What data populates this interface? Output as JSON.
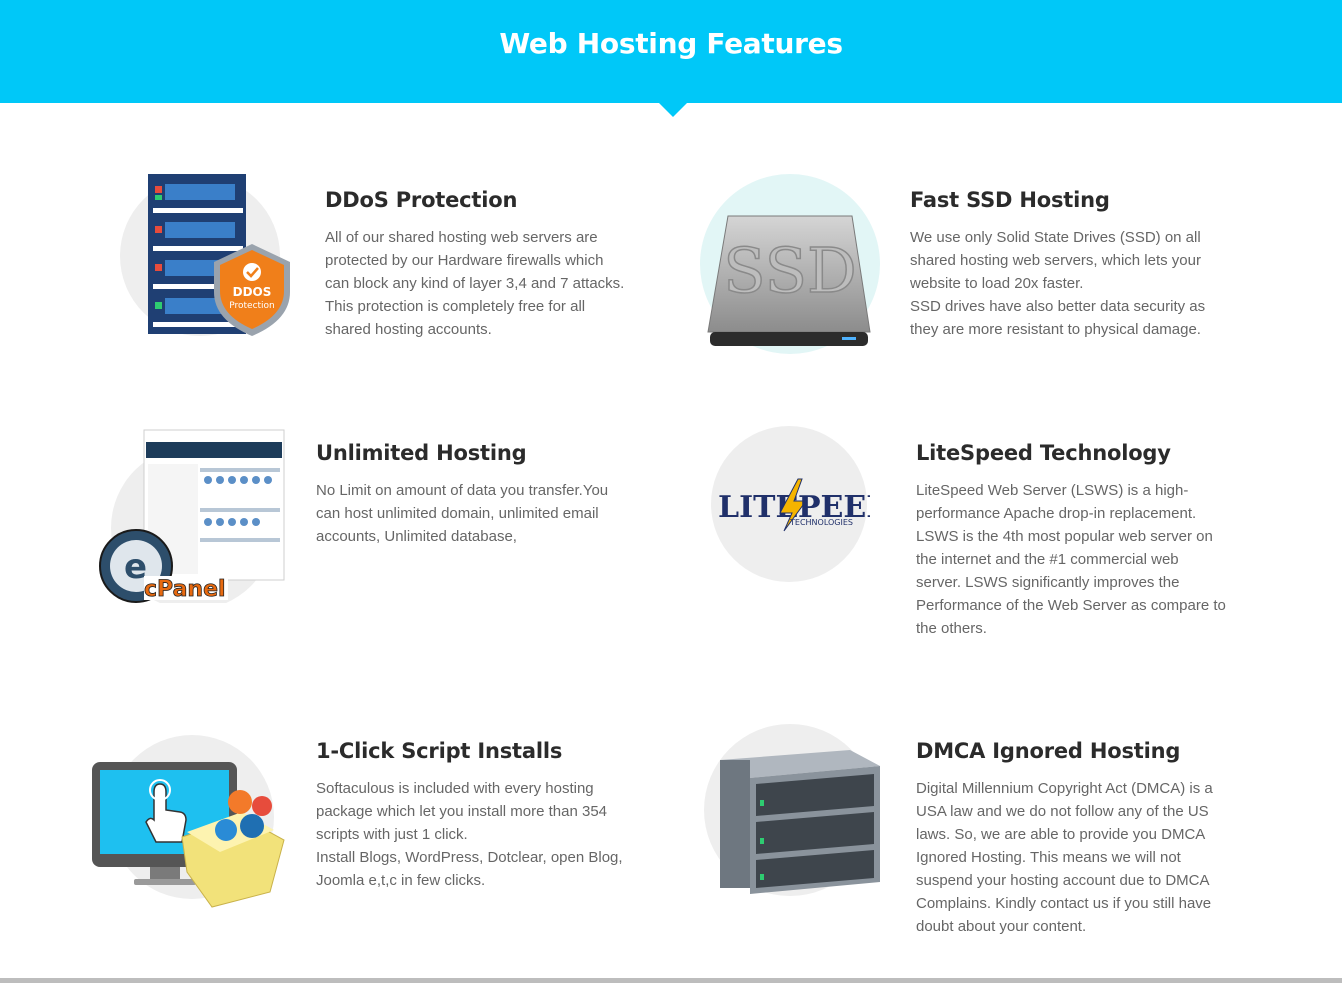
{
  "header": {
    "title": "Web Hosting Features"
  },
  "features": [
    {
      "title": "DDoS Protection",
      "text": "All of our shared hosting web servers are\nprotected by our Hardware firewalls which\ncan block any kind of layer 3,4 and 7 attacks.\nThis protection is completely free for all\nshared hosting accounts.",
      "icon_name": "ddos-server-shield-icon",
      "badge_line1": "DDOS",
      "badge_line2": "Protection"
    },
    {
      "title": "Fast SSD Hosting",
      "text": "We use only Solid State Drives (SSD) on all\nshared hosting web servers, which lets your\nwebsite to load 20x faster.\nSSD drives have also better data security as\nthey are more resistant to physical damage.",
      "icon_name": "ssd-drive-icon",
      "icon_label": "SSD"
    },
    {
      "title": "Unlimited Hosting",
      "text": "No Limit on amount of data you transfer.You\ncan host unlimited domain, unlimited email\naccounts, Unlimited database,",
      "icon_name": "cpanel-icon",
      "icon_label": "cPanel"
    },
    {
      "title": "LiteSpeed Technology",
      "text": "LiteSpeed Web Server (LSWS) is a high-\nperformance Apache drop-in replacement.\nLSWS is the 4th most popular web server on\nthe internet and the #1 commercial web\nserver. LSWS significantly improves the\nPerformance of the Web Server as compare to\nthe others.",
      "icon_name": "litespeed-logo-icon",
      "logo_left": "LITE",
      "logo_right": "PEED",
      "logo_sub": "TECHNOLOGIES"
    },
    {
      "title": "1-Click Script Installs",
      "text": "Softaculous is included with every hosting\npackage which let you install more than 354\nscripts with just 1 click.\nInstall Blogs, WordPress, Dotclear, open Blog,\nJoomla e,t,c in few clicks.",
      "icon_name": "one-click-install-icon"
    },
    {
      "title": "DMCA Ignored Hosting",
      "text": "Digital Millennium Copyright Act (DMCA) is a\nUSA law and we do not follow any of the US\nlaws. So, we are able to provide you DMCA\nIgnored Hosting. This means we will not\nsuspend your hosting account due to DMCA\nComplains. Kindly contact us if you still have\ndoubt about your content.",
      "icon_name": "server-rack-icon"
    }
  ],
  "colors": {
    "banner": "#00c8f8",
    "title": "#2b2b2b",
    "body_text": "#666666",
    "shield": "#f07f1a",
    "circle_bg": "#eeeeee"
  }
}
